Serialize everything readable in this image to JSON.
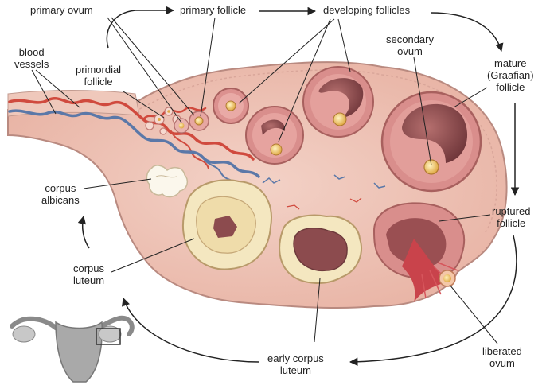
{
  "labels": {
    "primary_ovum": "primary ovum",
    "primary_follicle": "primary follicle",
    "developing_follicles": "developing follicles",
    "blood_vessels": [
      "blood",
      "vessels"
    ],
    "primordial_follicle": [
      "primordial",
      "follicle"
    ],
    "secondary_ovum": [
      "secondary",
      "ovum"
    ],
    "mature_follicle": [
      "mature",
      "(Graafian)",
      "follicle"
    ],
    "corpus_albicans": [
      "corpus",
      "albicans"
    ],
    "ruptured_follicle": [
      "ruptured",
      "follicle"
    ],
    "corpus_luteum": [
      "corpus",
      "luteum"
    ],
    "early_corpus_luteum": [
      "early corpus",
      "luteum"
    ],
    "liberated_ovum": [
      "liberated",
      "ovum"
    ]
  },
  "colors": {
    "ovary_tissue": "#eec1b4",
    "ovary_outline": "#b98a80",
    "follicle_wall": "#d98e8c",
    "follicle_cavity": "#8c4b4e",
    "corpus_luteum": "#f4e7c0",
    "artery": "#d04a3e",
    "vein": "#5b78a8",
    "ovum": "#f6d36b",
    "arrow": "#222222"
  }
}
